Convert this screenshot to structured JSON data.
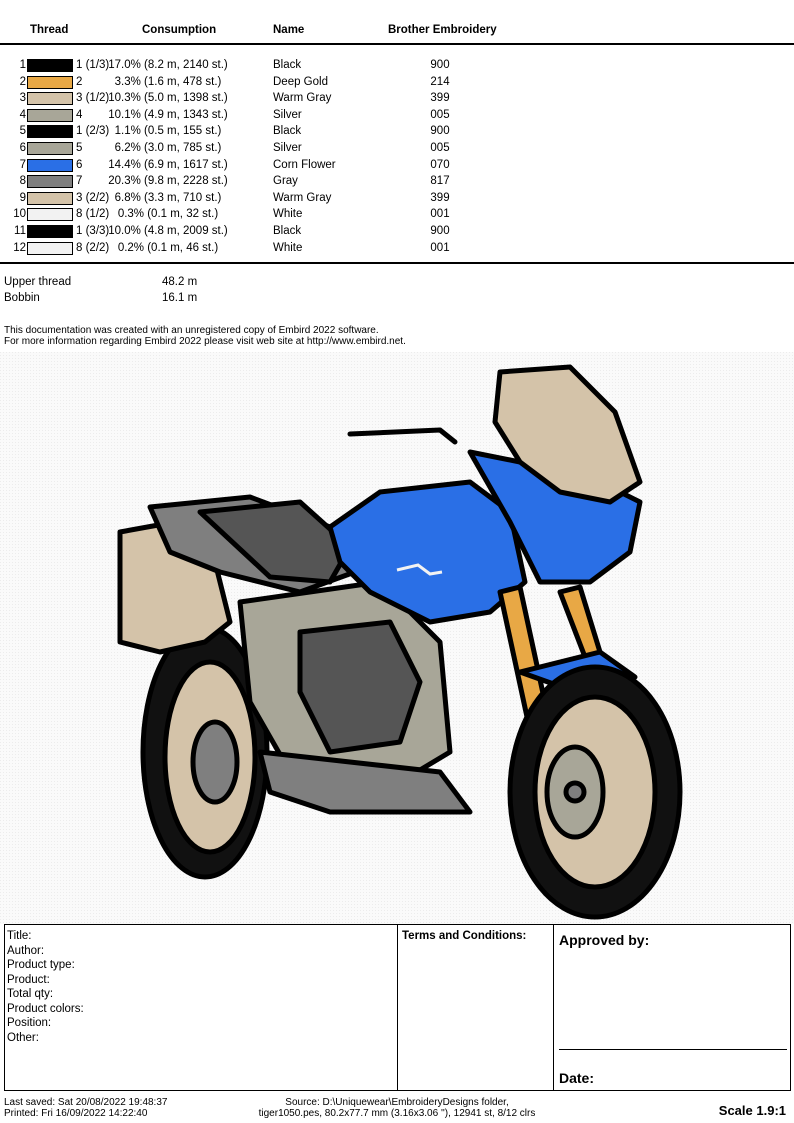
{
  "table": {
    "headers": {
      "thread": "Thread",
      "consumption": "Consumption",
      "name": "Name",
      "brand": "Brother Embroidery"
    },
    "rows": [
      {
        "idx": "1",
        "color": "#000000",
        "thread": "1 (1/3)",
        "consumption": "17.0% (8.2 m, 2140 st.)",
        "name": "Black",
        "code": "900"
      },
      {
        "idx": "2",
        "color": "#e8a845",
        "thread": "2",
        "consumption": "3.3% (1.6 m, 478 st.)",
        "name": "Deep Gold",
        "code": "214"
      },
      {
        "idx": "3",
        "color": "#d4c3a9",
        "thread": "3 (1/2)",
        "consumption": "10.3% (5.0 m, 1398 st.)",
        "name": "Warm Gray",
        "code": "399"
      },
      {
        "idx": "4",
        "color": "#a8a698",
        "thread": "4",
        "consumption": "10.1% (4.9 m, 1343 st.)",
        "name": "Silver",
        "code": "005"
      },
      {
        "idx": "5",
        "color": "#000000",
        "thread": "1 (2/3)",
        "consumption": "1.1% (0.5 m, 155 st.)",
        "name": "Black",
        "code": "900"
      },
      {
        "idx": "6",
        "color": "#a8a698",
        "thread": "5",
        "consumption": "6.2% (3.0 m, 785 st.)",
        "name": "Silver",
        "code": "005"
      },
      {
        "idx": "7",
        "color": "#2a6fe6",
        "thread": "6",
        "consumption": "14.4% (6.9 m, 1617 st.)",
        "name": "Corn Flower",
        "code": "070"
      },
      {
        "idx": "8",
        "color": "#7f7f7f",
        "thread": "7",
        "consumption": "20.3% (9.8 m, 2228 st.)",
        "name": "Gray",
        "code": "817"
      },
      {
        "idx": "9",
        "color": "#d4c3a9",
        "thread": "3 (2/2)",
        "consumption": "6.8% (3.3 m, 710 st.)",
        "name": "Warm Gray",
        "code": "399"
      },
      {
        "idx": "10",
        "color": "#f2f2f2",
        "thread": "8 (1/2)",
        "consumption": "0.3% (0.1 m, 32 st.)",
        "name": "White",
        "code": "001"
      },
      {
        "idx": "11",
        "color": "#000000",
        "thread": "1 (3/3)",
        "consumption": "10.0% (4.8 m, 2009 st.)",
        "name": "Black",
        "code": "900"
      },
      {
        "idx": "12",
        "color": "#f2f2f2",
        "thread": "8 (2/2)",
        "consumption": "0.2% (0.1 m, 46 st.)",
        "name": "White",
        "code": "001"
      }
    ]
  },
  "summary": {
    "upper_label": "Upper thread",
    "upper_value": "48.2 m",
    "bobbin_label": "Bobbin",
    "bobbin_value": "16.1 m"
  },
  "notice": {
    "line1": "This documentation was created with an unregistered copy of Embird 2022 software.",
    "line2": "For more information regarding Embird 2022 please visit web site at http://www.embird.net."
  },
  "design": {
    "colors": {
      "blue": "#2a6fe6",
      "gold": "#e8a845",
      "warm_gray": "#d4c3a9",
      "silver": "#a8a698",
      "gray": "#7f7f7f",
      "black": "#000000",
      "white": "#f2f2f2"
    }
  },
  "form": {
    "fields": [
      "Title:",
      "Author:",
      "Product type:",
      "Product:",
      "Total qty:",
      "Product colors:",
      "Position:",
      "Other:"
    ],
    "terms": "Terms and Conditions:",
    "approved": "Approved by:",
    "date": "Date:"
  },
  "footer": {
    "last_saved": "Last saved: Sat 20/08/2022 19:48:37",
    "printed": "Printed: Fri 16/09/2022 14:22:40",
    "source1": "Source: D:\\Uniquewear\\EmbroideryDesigns folder,",
    "source2": "tiger1050.pes, 80.2x77.7 mm (3.16x3.06 ''), 12941 st, 8/12 clrs",
    "scale": "Scale 1.9:1"
  }
}
